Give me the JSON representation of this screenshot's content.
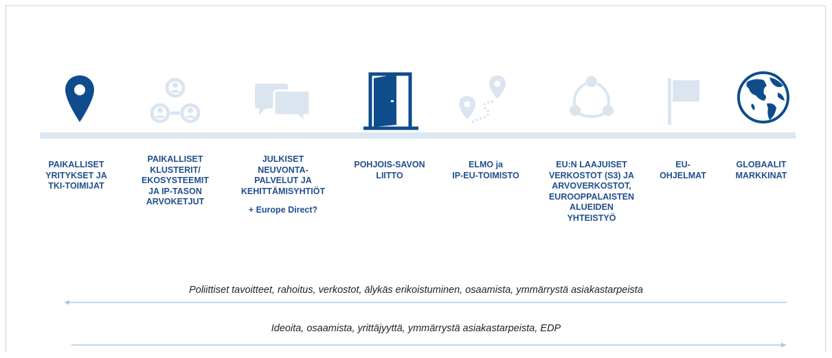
{
  "colors": {
    "active": "#0f4c8c",
    "faded": "#dbe5f0",
    "timeline": "#dce7f1",
    "label": "#1f4e8c",
    "arrow": "#a9cbe6"
  },
  "stages": [
    {
      "icon": "map-pin-icon",
      "active": true,
      "lines": [
        "PAIKALLISET",
        "YRITYKSET JA",
        "TKI-TOIMIJAT"
      ],
      "extra": ""
    },
    {
      "icon": "network-people-icon",
      "active": false,
      "lines": [
        "PAIKALLISET",
        "KLUSTERIT/",
        "EKOSYSTEEMIT",
        "JA IP-TASON",
        "ARVOKETJUT"
      ],
      "extra": ""
    },
    {
      "icon": "chat-bubbles-icon",
      "active": false,
      "lines": [
        "JULKISET",
        "NEUVONTA-",
        "PALVELUT JA",
        "KEHITTÄMISYHTIÖT"
      ],
      "extra": "+ Europe Direct?"
    },
    {
      "icon": "open-door-icon",
      "active": true,
      "lines": [
        "POHJOIS-SAVON",
        "LIITTO"
      ],
      "extra": ""
    },
    {
      "icon": "route-pins-icon",
      "active": false,
      "lines": [
        "ELMO ja",
        "IP-EU-TOIMISTO"
      ],
      "extra": ""
    },
    {
      "icon": "cycle-nodes-icon",
      "active": false,
      "lines": [
        "EU:N LAAJUISET",
        "VERKOSTOT (S3) JA",
        "ARVOVERKOSTOT,",
        "EUROOPPALAISTEN",
        "ALUEIDEN",
        "YHTEISTYÖ"
      ],
      "extra": ""
    },
    {
      "icon": "flag-icon",
      "active": false,
      "lines": [
        "EU-",
        "OHJELMAT"
      ],
      "extra": ""
    },
    {
      "icon": "globe-icon",
      "active": true,
      "lines": [
        "GLOBAALIT",
        "MARKKINAT"
      ],
      "extra": ""
    }
  ],
  "flows": {
    "leftward": "Poliittiset tavoitteet, rahoitus, verkostot, älykäs erikoistuminen, osaamista, ymmärrystä asiakastarpeista",
    "rightward": "Ideoita, osaamista, yrittäjyyttä, ymmärrystä asiakastarpeista, EDP"
  }
}
